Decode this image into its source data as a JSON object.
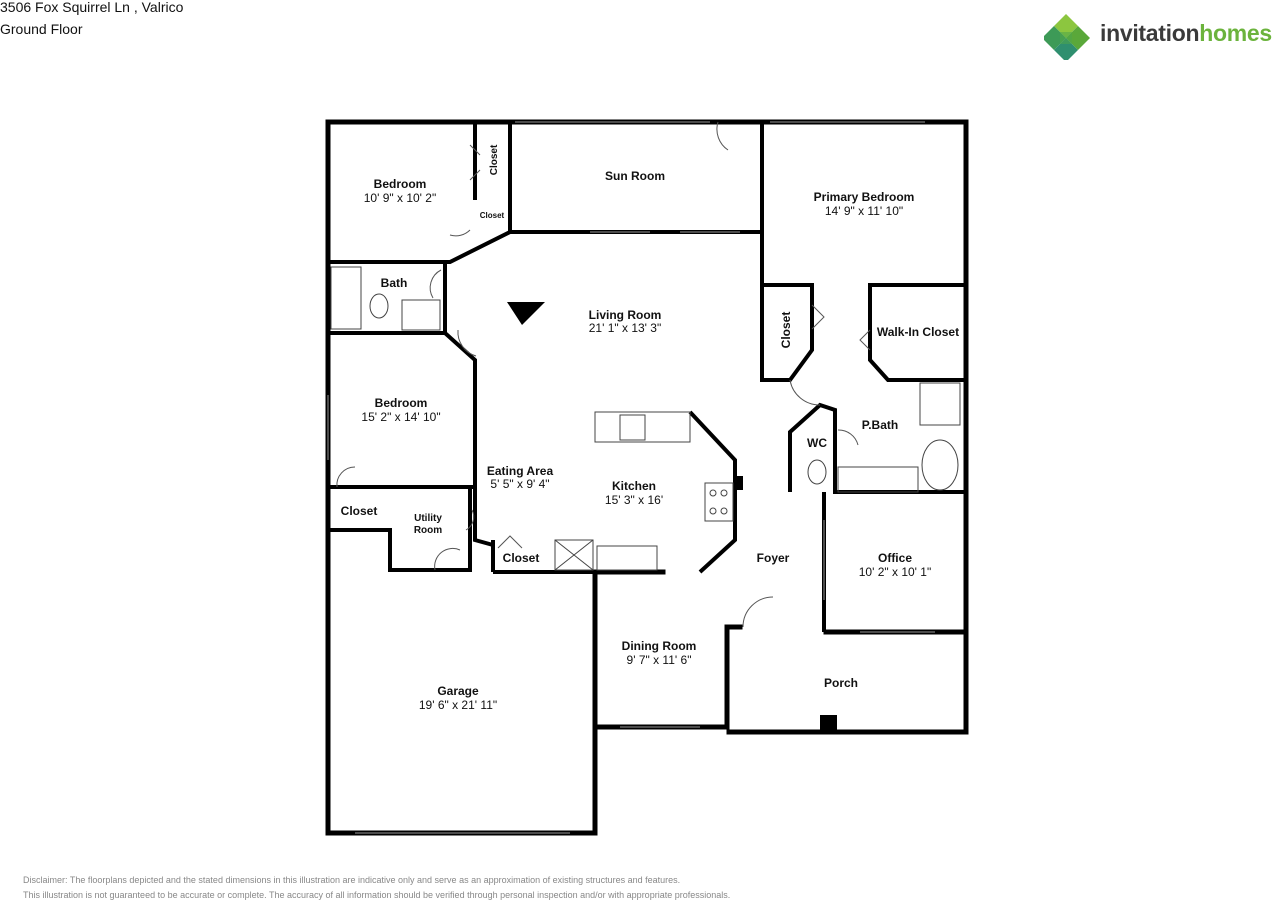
{
  "header": {
    "address": "3506 Fox Squirrel Ln , Valrico",
    "floor": "Ground Floor"
  },
  "logo": {
    "word1": "invitation",
    "word2": "homes",
    "colors": {
      "dark": "#3a3a3a",
      "green": "#6bb33c",
      "teal": "#2f8f6f"
    }
  },
  "rooms": {
    "bedroom1": {
      "name": "Bedroom",
      "dims": "10' 9\" x 10' 2\""
    },
    "closet_tall": {
      "name": "Closet"
    },
    "closet_small": {
      "name": "Closet"
    },
    "sun_room": {
      "name": "Sun Room"
    },
    "primary_bedroom": {
      "name": "Primary Bedroom",
      "dims": "14' 9\" x 11' 10\""
    },
    "bath": {
      "name": "Bath"
    },
    "living_room": {
      "name": "Living Room",
      "dims": "21' 1\" x 13' 3\""
    },
    "closet_primary": {
      "name": "Closet"
    },
    "walk_in_closet": {
      "name": "Walk-In Closet"
    },
    "bedroom2": {
      "name": "Bedroom",
      "dims": "15' 2\" x 14' 10\""
    },
    "wc": {
      "name": "WC"
    },
    "p_bath": {
      "name": "P.Bath"
    },
    "eating_area": {
      "name": "Eating Area",
      "dims": "5' 5\" x 9' 4\""
    },
    "kitchen": {
      "name": "Kitchen",
      "dims": "15' 3\" x 16'"
    },
    "closet_left": {
      "name": "Closet"
    },
    "utility_room": {
      "name_line1": "Utility",
      "name_line2": "Room"
    },
    "closet_kitchen": {
      "name": "Closet"
    },
    "foyer": {
      "name": "Foyer"
    },
    "office": {
      "name": "Office",
      "dims": "10' 2\" x 10' 1\""
    },
    "dining_room": {
      "name": "Dining Room",
      "dims": "9' 7\" x 11' 6\""
    },
    "porch": {
      "name": "Porch"
    },
    "garage": {
      "name": "Garage",
      "dims": "19' 6\" x 21' 11\""
    }
  },
  "disclaimer": {
    "line1": "Disclaimer: The floorplans depicted and the stated dimensions in this illustration are indicative only and serve as an approximation of existing structures and features.",
    "line2": "This illustration is not guaranteed to be accurate or complete. The accuracy of all information should be verified through personal inspection and/or with appropriate professionals."
  }
}
